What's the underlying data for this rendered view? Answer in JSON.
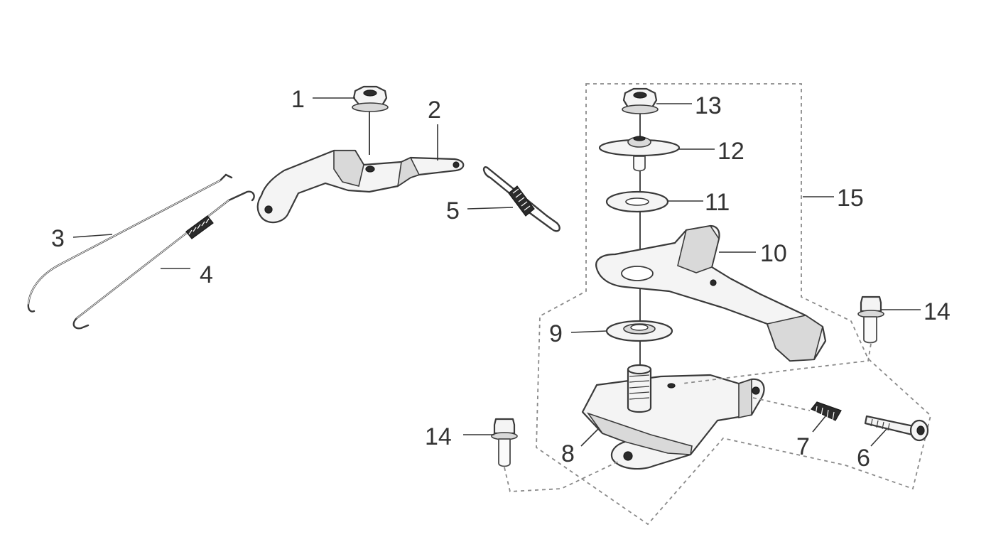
{
  "diagram": {
    "type": "exploded-parts-diagram",
    "callouts": [
      {
        "id": "c1",
        "text": "1"
      },
      {
        "id": "c2",
        "text": "2"
      },
      {
        "id": "c3",
        "text": "3"
      },
      {
        "id": "c4",
        "text": "4"
      },
      {
        "id": "c5",
        "text": "5"
      },
      {
        "id": "c6",
        "text": "6"
      },
      {
        "id": "c7",
        "text": "7"
      },
      {
        "id": "c8",
        "text": "8"
      },
      {
        "id": "c9",
        "text": "9"
      },
      {
        "id": "c10",
        "text": "10"
      },
      {
        "id": "c11",
        "text": "11"
      },
      {
        "id": "c12",
        "text": "12"
      },
      {
        "id": "c13",
        "text": "13"
      },
      {
        "id": "c14a",
        "text": "14"
      },
      {
        "id": "c14b",
        "text": "14"
      },
      {
        "id": "c15",
        "text": "15"
      }
    ],
    "colors": {
      "line": "#3a3a3a",
      "fill": "#f4f4f4",
      "spring": "#2b2b2b",
      "assembly_boundary": "#8a8a8a"
    }
  }
}
